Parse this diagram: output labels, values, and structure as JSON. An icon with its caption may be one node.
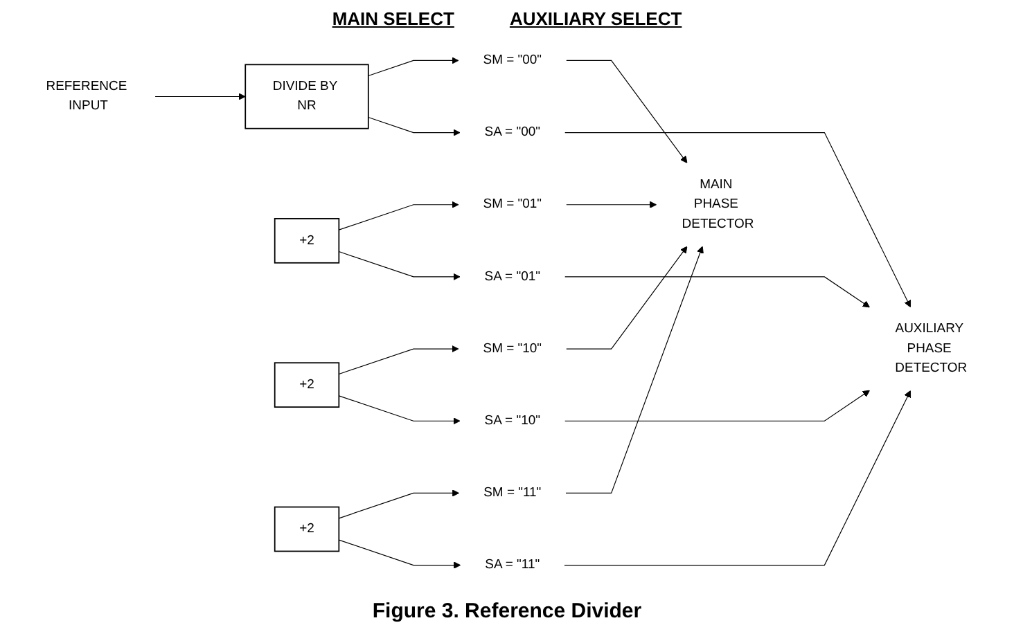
{
  "diagram": {
    "caption": "Figure 3. Reference Divider",
    "nodes": [
      {
        "text": [
          "REFERENCE INPUT"
        ]
      },
      {
        "text": [
          "DIVIDE BY NR"
        ]
      },
      {
        "text": [
          "+2"
        ]
      },
      {
        "text": [
          "+2"
        ]
      },
      {
        "text": [
          "+2"
        ]
      },
      {
        "text": [
          "SM = \"00\""
        ]
      },
      {
        "text": [
          "SM = \"01\""
        ]
      },
      {
        "text": [
          "SM = \"10\""
        ]
      },
      {
        "text": [
          "SM = \"11\""
        ]
      },
      {
        "text": [
          "MAIN PHASE DETECTOR"
        ]
      },
      {
        "text": [
          "SA = \"11\""
        ]
      },
      {
        "text": [
          "SA = \"10\""
        ]
      },
      {
        "text": [
          "SA = \"01\""
        ]
      },
      {
        "text": [
          "SA = \"00\""
        ]
      },
      {
        "text": [
          "AUXILIARY PHASE DETECTOR"
        ]
      }
    ],
    "edges": [
      {
        "from": 0,
        "to": 1,
        "arrow": "to"
      },
      {
        "from": 1,
        "to": 5,
        "arrow": "to"
      },
      {
        "from": 2,
        "to": 6,
        "arrow": "to"
      },
      {
        "from": 3,
        "to": 7,
        "arrow": "to"
      },
      {
        "from": 4,
        "to": 8,
        "arrow": "to"
      },
      {
        "from": 4,
        "to": 10,
        "arrow": "to"
      },
      {
        "from": 3,
        "to": 11,
        "arrow": "to"
      },
      {
        "from": 2,
        "to": 12,
        "arrow": "to"
      },
      {
        "from": 1,
        "to": 13,
        "arrow": "to"
      },
      {
        "from": 5,
        "to": 9,
        "arrow": "to"
      },
      {
        "from": 6,
        "to": 9,
        "arrow": "to"
      },
      {
        "from": 7,
        "to": 9,
        "arrow": "to"
      },
      {
        "from": 8,
        "to": 9,
        "arrow": "to"
      },
      {
        "from": 10,
        "to": 14,
        "arrow": "to"
      },
      {
        "from": 11,
        "to": 14,
        "arrow": "to"
      },
      {
        "from": 12,
        "to": 14,
        "arrow": "to"
      },
      {
        "from": 13,
        "to": 14,
        "arrow": "to"
      }
    ],
    "labels": [
      "MAIN SELECT",
      "AUXILIARY SELECT"
    ]
  }
}
